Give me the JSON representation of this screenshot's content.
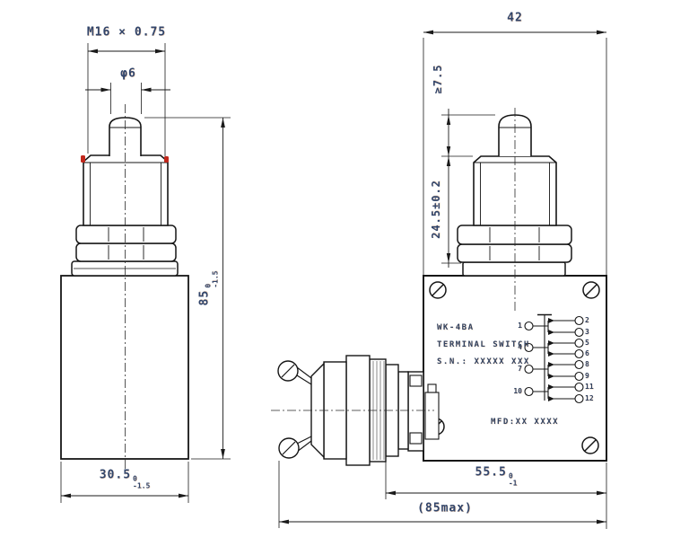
{
  "drawing": {
    "left_view": {
      "dim_thread": "M16 × 0.75",
      "dim_plunger_dia": "φ6",
      "dim_height": {
        "value": "85",
        "tol_sup": "0",
        "tol_sub": "-1.5"
      },
      "dim_width": {
        "value": "30.5",
        "tol_sup": "0",
        "tol_sub": "-1.5"
      }
    },
    "right_view": {
      "dim_box_width": "42",
      "dim_protrusion": "≥7.5",
      "dim_shoulder": "24.5±0.2",
      "dim_body_len": {
        "value": "55.5",
        "tol_sup": "0",
        "tol_sub": "-1"
      },
      "dim_overall": "(85max)",
      "nameplate": {
        "model": "WK-4BA",
        "type": "TERMINAL SWITCH",
        "serial": "S.N.: XXXXX XXX",
        "mfd": "MFD:XX XXXX"
      },
      "terminals": {
        "left": [
          "1",
          "4",
          "7",
          "10"
        ],
        "right": [
          "2",
          "3",
          "5",
          "6",
          "8",
          "9",
          "11",
          "12"
        ]
      }
    },
    "colors": {
      "line": "#161616",
      "dim_text": "#31456b",
      "accent_red": "#c1271b"
    }
  }
}
